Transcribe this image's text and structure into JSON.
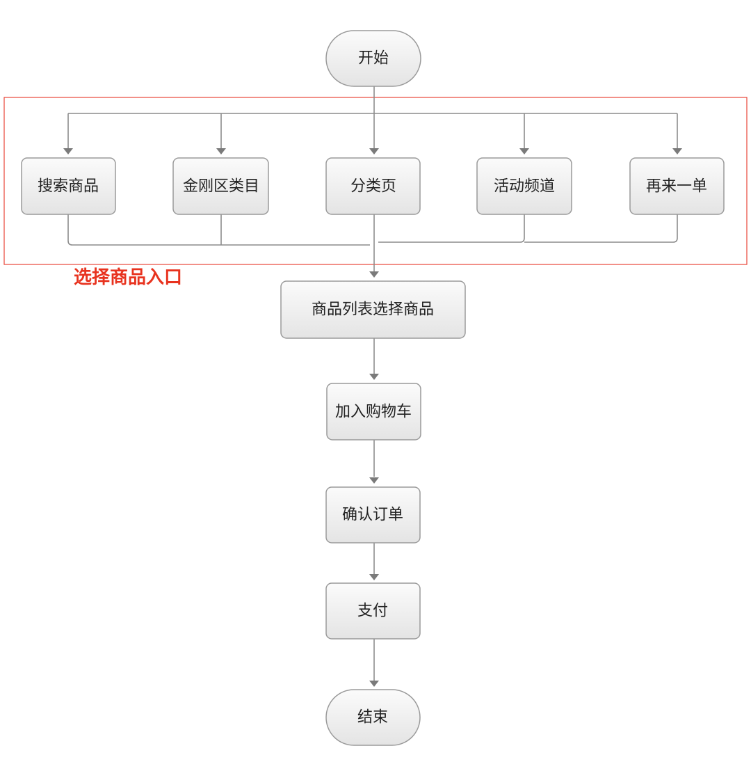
{
  "group": {
    "label": "选择商品入口",
    "border_color": "#e8463a",
    "label_color": "#e8331f"
  },
  "nodes": {
    "start": "开始",
    "search": "搜索商品",
    "kingkong": "金刚区类目",
    "category": "分类页",
    "activity": "活动频道",
    "reorder": "再来一单",
    "product_list": "商品列表选择商品",
    "add_cart": "加入购物车",
    "confirm_order": "确认订单",
    "pay": "支付",
    "end": "结束"
  },
  "colors": {
    "node_fill_top": "#fbfbfb",
    "node_fill_bottom": "#e6e6e6",
    "node_border": "#9a9a9a",
    "edge": "#8c8c8c"
  }
}
